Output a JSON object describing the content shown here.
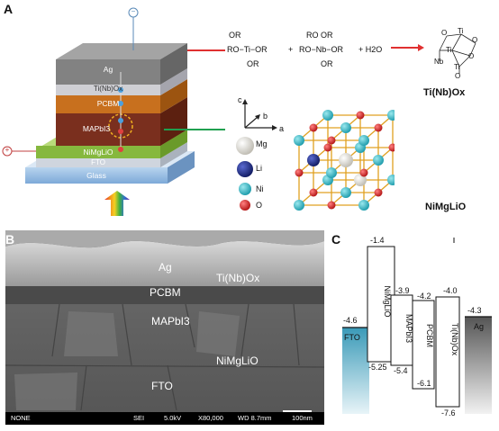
{
  "panelA": {
    "letter": "A",
    "layers": [
      "Ag",
      "Ti(Nb)Ox",
      "PCBM",
      "MAPbI3",
      "NiMgLiO",
      "FTO",
      "Glass"
    ],
    "top_electrode_sign": "−",
    "bottom_electrode_sign": "+",
    "reaction": {
      "reactant1": "RO−Ti−OR",
      "reactant1_top": "OR",
      "reactant1_bottom": "OR",
      "reactant1_right": "OR",
      "plus1": "+",
      "reactant2": "RO−Nb−OR",
      "reactant2_top": "RO  OR",
      "reactant2_bottom": "OR",
      "plus2": "+ H2O",
      "product_name": "Ti(Nb)Ox",
      "product_atoms": [
        "O",
        "Ti",
        "O",
        "Ti",
        "Nb",
        "O",
        "Ti",
        "O"
      ]
    },
    "axes": {
      "c": "c",
      "b": "b",
      "a": "a"
    },
    "legend": [
      "Mg",
      "Li",
      "Ni",
      "O"
    ],
    "legend_colors": [
      "#e8e6e0",
      "#1a2a8a",
      "#29bcc8",
      "#d82020"
    ],
    "crystal_name": "NiMgLiO"
  },
  "panelB": {
    "letter": "B",
    "labels": [
      "Ag",
      "Ti(Nb)Ox",
      "PCBM",
      "MAPbI3",
      "NiMgLiO",
      "FTO"
    ],
    "info_bar": [
      "NONE",
      "SEI",
      "5.0kV",
      "X80,000",
      "WD 8.7mm",
      "100nm"
    ]
  },
  "panelC": {
    "letter": "C",
    "materials": [
      {
        "name": "FTO",
        "top": "-4.6",
        "bottom": ""
      },
      {
        "name": "NiMgLiO",
        "top": "-1.4",
        "bottom": "-5.25"
      },
      {
        "name": "MAPbI3",
        "top": "-3.9",
        "bottom": "-5.4"
      },
      {
        "name": "PCBM",
        "top": "-4.2",
        "bottom": "-6.1"
      },
      {
        "name": "Ti(Nb)Ox",
        "top": "-4.0",
        "bottom": "-7.6"
      },
      {
        "name": "Ag",
        "top": "-4.3",
        "bottom": ""
      }
    ]
  }
}
